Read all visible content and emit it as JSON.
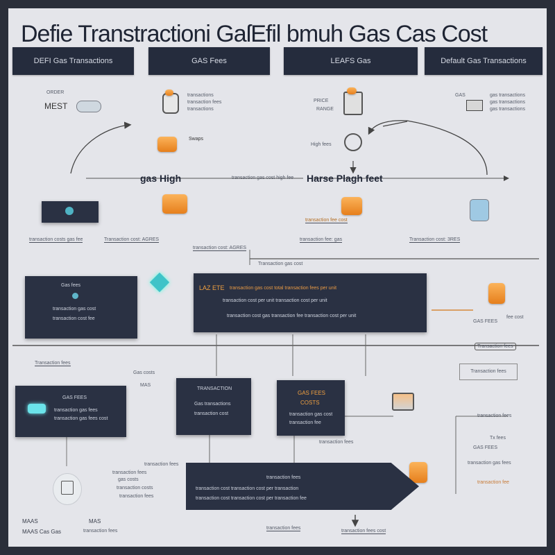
{
  "title": "Defie Transtractioni GaſEfil bmuh Gas Cas Cost",
  "tabs": [
    "DEFI Gas Transactions",
    "GAS Fees",
    "LEAFS Gas",
    "Default Gas Transactions"
  ],
  "left_group": {
    "label1": "ORDER",
    "label2": "MEST",
    "desc1": "transactions",
    "desc2": "transaction fees",
    "caption": "Swaps"
  },
  "mid_group": {
    "label1": "PRICE",
    "label2": "RANGE",
    "caption": "High fees"
  },
  "right_group": {
    "label1": "GAS",
    "desc1": "gas transactions"
  },
  "gas_high": "gas High",
  "mid_caption": "transaction gas cost high fee",
  "harse_high": "Harse Plagh feet",
  "coin_caption": "transaction fee cost",
  "row_texts": [
    "transaction costs gas fee",
    "Transaction cost: AGRES",
    "transaction cost: AGRES",
    "transaction fee: gas",
    "Transaction cost: 3RES"
  ],
  "row_divider_text": "Transaction gas cost",
  "left_panel": {
    "title": "Gas fees",
    "lines": [
      "transaction gas cost",
      "transaction cost fee"
    ]
  },
  "center_panel": {
    "title": "LAZ ETE",
    "title_tail": "transaction gas cost total transaction fees per unit",
    "line1": "transaction cost per unit transaction cost per unit",
    "line2": "transaction cost gas transaction fee transaction cost per unit"
  },
  "right_side": {
    "label1": "GAS FEES",
    "label2": "fee cost"
  },
  "right_tag": "Transaction fees",
  "right_tag2": "Transaction fees",
  "lower_left_labels": [
    "Transaction fees",
    "Gas costs",
    "MAS"
  ],
  "left_card": {
    "title": "GAS FEES",
    "lines": [
      "transaction gas fees",
      "transaction gas fees cost"
    ]
  },
  "mid_card": {
    "title": "TRANSACTION",
    "subtitle": "Gas transactions",
    "line": "transaction cost"
  },
  "mid_card2": {
    "title": "GAS FEES",
    "subtitle": "COSTS",
    "line1": "transaction gas cost",
    "line2": "transaction fee"
  },
  "mid_card2_caption": "transaction fees",
  "right_stack_labels": [
    "transaction fees",
    "Tx fees",
    "GAS FEES",
    "transaction gas fees",
    "transaction fee"
  ],
  "arrow_panel": {
    "title": "transaction fees",
    "line1": "transaction cost transaction cost per transaction",
    "line2": "transaction cost transaction cost per transaction fee"
  },
  "bottom_left": [
    "transaction fees",
    "gas costs",
    "transaction costs",
    "transaction fees",
    "transaction fees"
  ],
  "bottom_labels": [
    "MAAS",
    "MAAS Cas Gas",
    "MAS",
    "transaction fees"
  ],
  "bottom_center": [
    "transaction fees",
    "transaction fees cost"
  ]
}
